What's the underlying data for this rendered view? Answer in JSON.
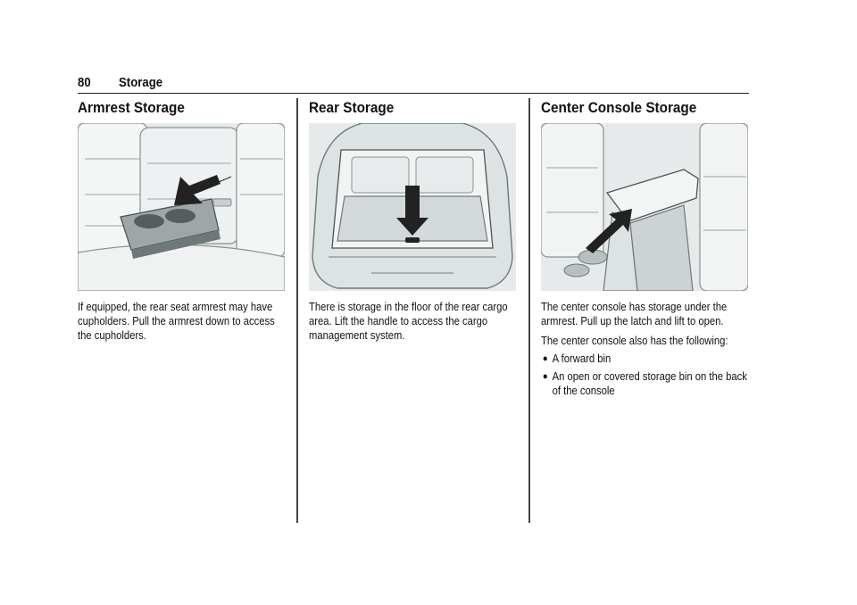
{
  "header": {
    "page_number": "80",
    "section": "Storage"
  },
  "columns": [
    {
      "title": "Armrest Storage",
      "paragraphs": [
        "If equipped, the rear seat armrest may have cupholders. Pull the armrest down to access the cupholders."
      ]
    },
    {
      "title": "Rear Storage",
      "paragraphs": [
        "There is storage in the floor of the rear cargo area. Lift the handle to access the cargo management system."
      ]
    },
    {
      "title": "Center Console Storage",
      "paragraphs": [
        "The center console has storage under the armrest. Pull up the latch and lift to open.",
        "The center console also has the following:"
      ],
      "bullets": [
        "A forward bin",
        "An open or covered storage bin on the back of the console"
      ]
    }
  ]
}
